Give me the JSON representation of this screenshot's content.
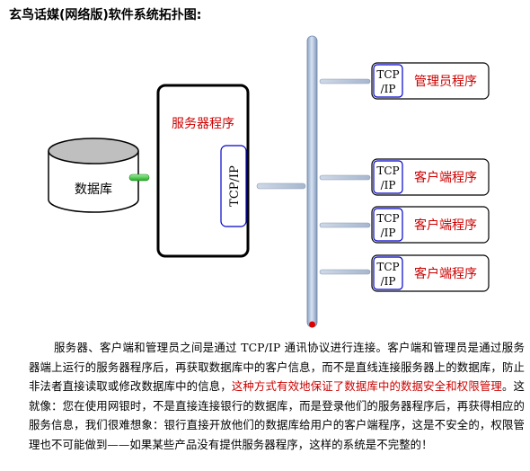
{
  "title": "玄鸟话媒(网络版)软件系统拓扑图:",
  "diagram": {
    "database_label": "数据库",
    "server_label": "服务器程序",
    "server_protocol": "TCP/IP",
    "clients": [
      {
        "protocol_line1": "TCP",
        "protocol_line2": "/IP",
        "label": "管理员程序"
      },
      {
        "protocol_line1": "TCP",
        "protocol_line2": "/IP",
        "label": "客户端程序"
      },
      {
        "protocol_line1": "TCP",
        "protocol_line2": "/IP",
        "label": "客户端程序"
      },
      {
        "protocol_line1": "TCP",
        "protocol_line2": "/IP",
        "label": "客户端程序"
      }
    ],
    "colors": {
      "bus": "#a9bfdb",
      "server_border": "#000000",
      "protocol_border": "#0000cc",
      "client_label": "#cc0000",
      "connector": "#33cc33",
      "bus_end": "#dd0000"
    }
  },
  "paragraph": {
    "part1": "服务器、客户端和管理员之间是通过 TCP/IP 通讯协议进行连接。客户端和管理员是通过服务器端上运行的服务器程序后，再获取数据库中的客户信息，而不是直线连接服务器上的数据库，防止非法者直接读取或修改数据库中的信息，",
    "part2_red": "这种方式有效地保证了数据库中的数据安全和权限管理",
    "part3": "。这就像：您在使用网银时，不是直接连接银行的数据库，而是登录他们的服务器程序后，再获得相应的服务信息，我们很难想象：银行直接开放他们的数据库给用户的客户端程序，这是不安全的，权限管理也不可能做到——如果某些产品没有提供服务器程序，这样的系统是不完整的！"
  }
}
